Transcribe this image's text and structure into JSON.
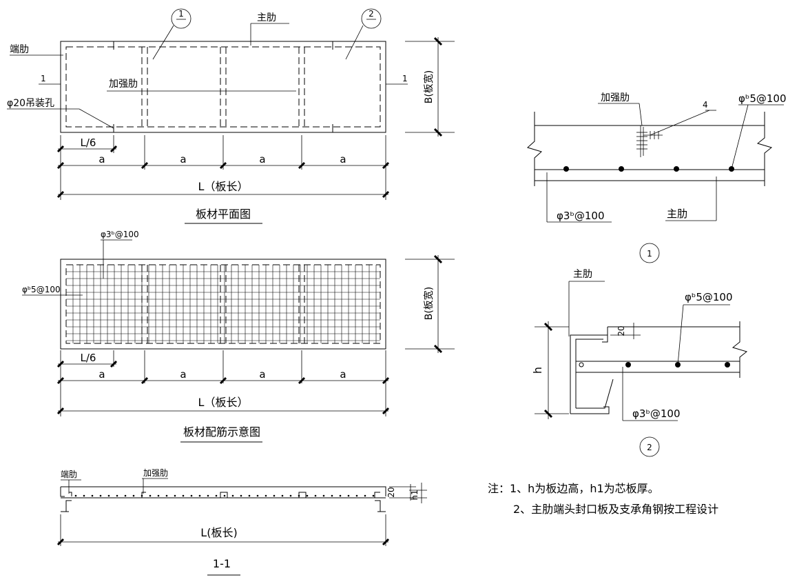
{
  "plan": {
    "title": "板材平面图",
    "labels": {
      "end_rib": "端肋",
      "main_rib": "主肋",
      "stiffener": "加强肋",
      "lift_hole": "φ20吊装孔",
      "section_mark": "1",
      "detail_1": "1",
      "detail_2": "2",
      "width": "B(板宽)"
    },
    "dims": {
      "l6": "L/6",
      "a": "a",
      "length": "L（板长）"
    }
  },
  "rebar": {
    "title": "板材配筋示意图",
    "labels": {
      "phi3": "φ3ᵇ@100",
      "phi5": "φᵇ5@100",
      "width": "B(板宽)"
    },
    "dims": {
      "l6": "L/6",
      "a": "a",
      "length": "L（板长）"
    }
  },
  "section": {
    "title": "1-1",
    "labels": {
      "end_rib": "端肋",
      "stiffener": "加强肋",
      "dim20": "20",
      "h1": "h1",
      "length": "L(板长)"
    }
  },
  "detail1": {
    "marker": "1",
    "labels": {
      "stiffener": "加强肋",
      "num4": "4",
      "phi5": "φᵇ5@100",
      "phi3": "φ3ᵇ@100",
      "main_rib": "主肋"
    }
  },
  "detail2": {
    "marker": "2",
    "labels": {
      "main_rib": "主肋",
      "phi5": "φᵇ5@100",
      "dim20": "20",
      "h": "h",
      "phi3": "φ3ᵇ@100"
    }
  },
  "notes": {
    "line1": "注：1、h为板边高，h1为芯板厚。",
    "line2": "2、主肋端头封口板及支承角钢按工程设计"
  }
}
